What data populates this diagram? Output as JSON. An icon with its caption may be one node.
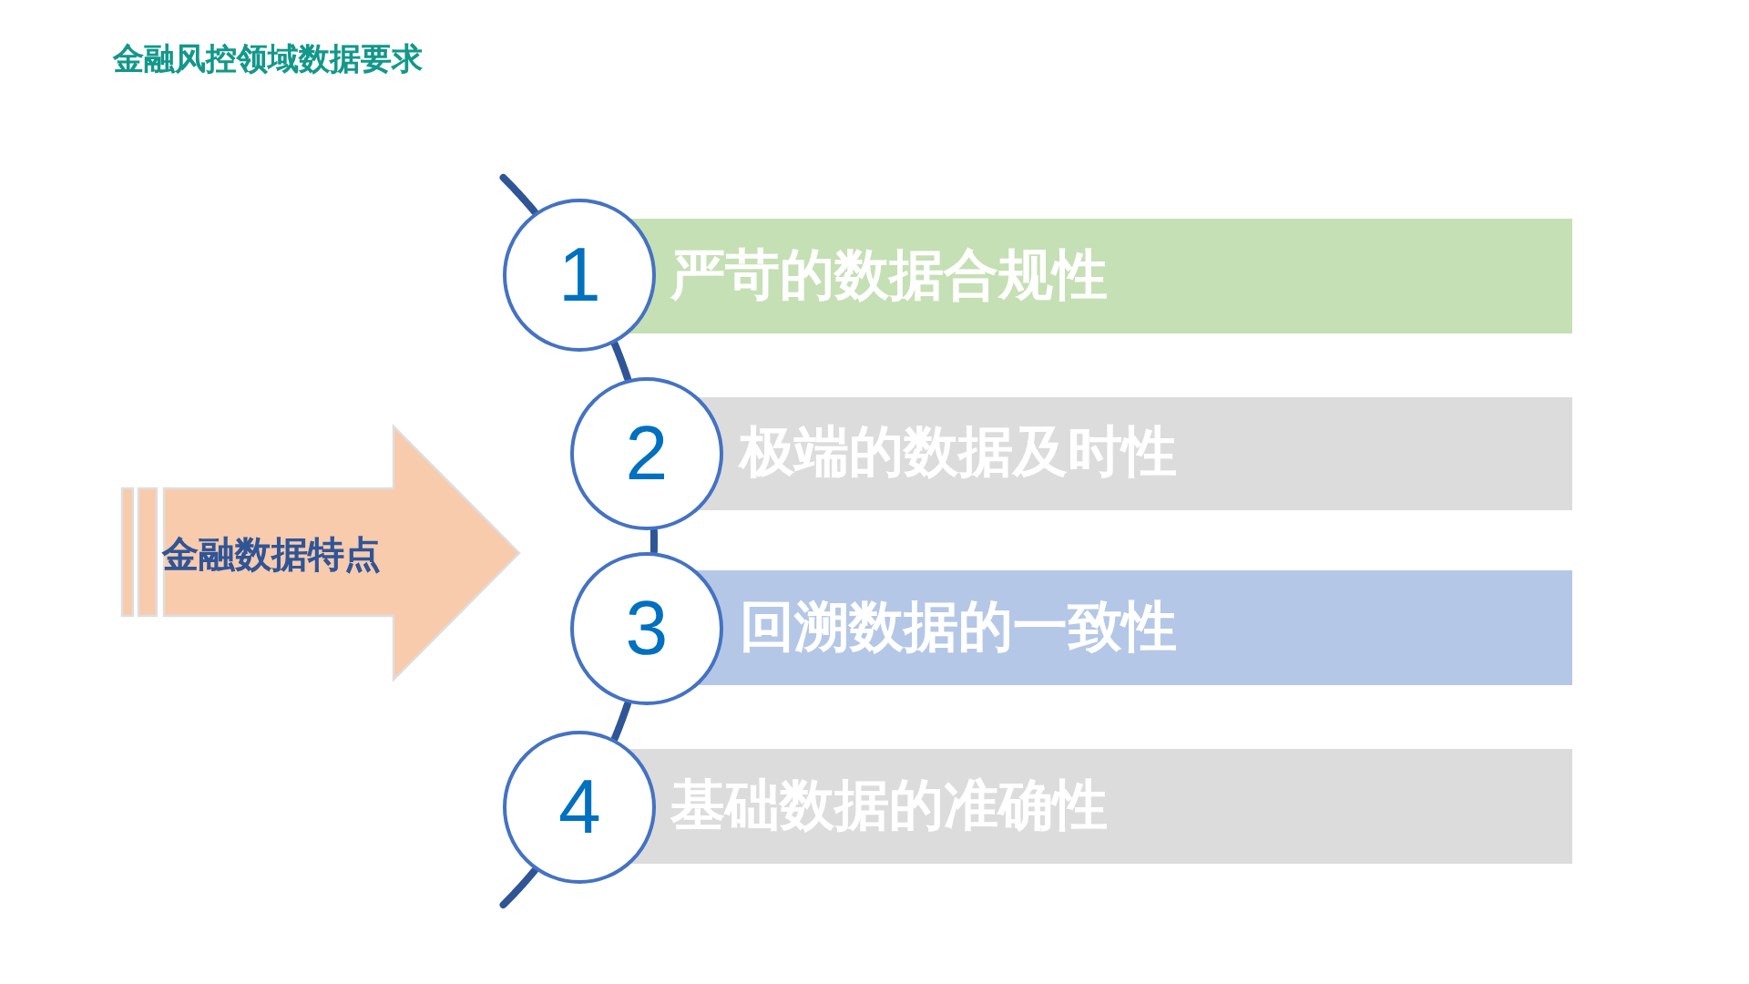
{
  "diagram": {
    "title": "金融风控领域数据要求",
    "nodes": [
      {
        "text": [
          "金融数据特点"
        ]
      },
      {
        "text": [
          "1"
        ]
      },
      {
        "text": [
          "严苛的数据合规性"
        ]
      },
      {
        "text": [
          "2"
        ]
      },
      {
        "text": [
          "极端的数据及时性"
        ]
      },
      {
        "text": [
          "3"
        ]
      },
      {
        "text": [
          "回溯数据的一致性"
        ]
      },
      {
        "text": [
          "4"
        ]
      },
      {
        "text": [
          "基础数据的准确性"
        ]
      }
    ],
    "edges": [
      {
        "from": null,
        "to": 1,
        "arrow": "none"
      },
      {
        "from": 1,
        "to": 3,
        "arrow": "none"
      },
      {
        "from": 3,
        "to": 5,
        "arrow": "none"
      },
      {
        "from": 5,
        "to": 7,
        "arrow": "none"
      },
      {
        "from": 7,
        "to": null,
        "arrow": "none"
      }
    ]
  }
}
